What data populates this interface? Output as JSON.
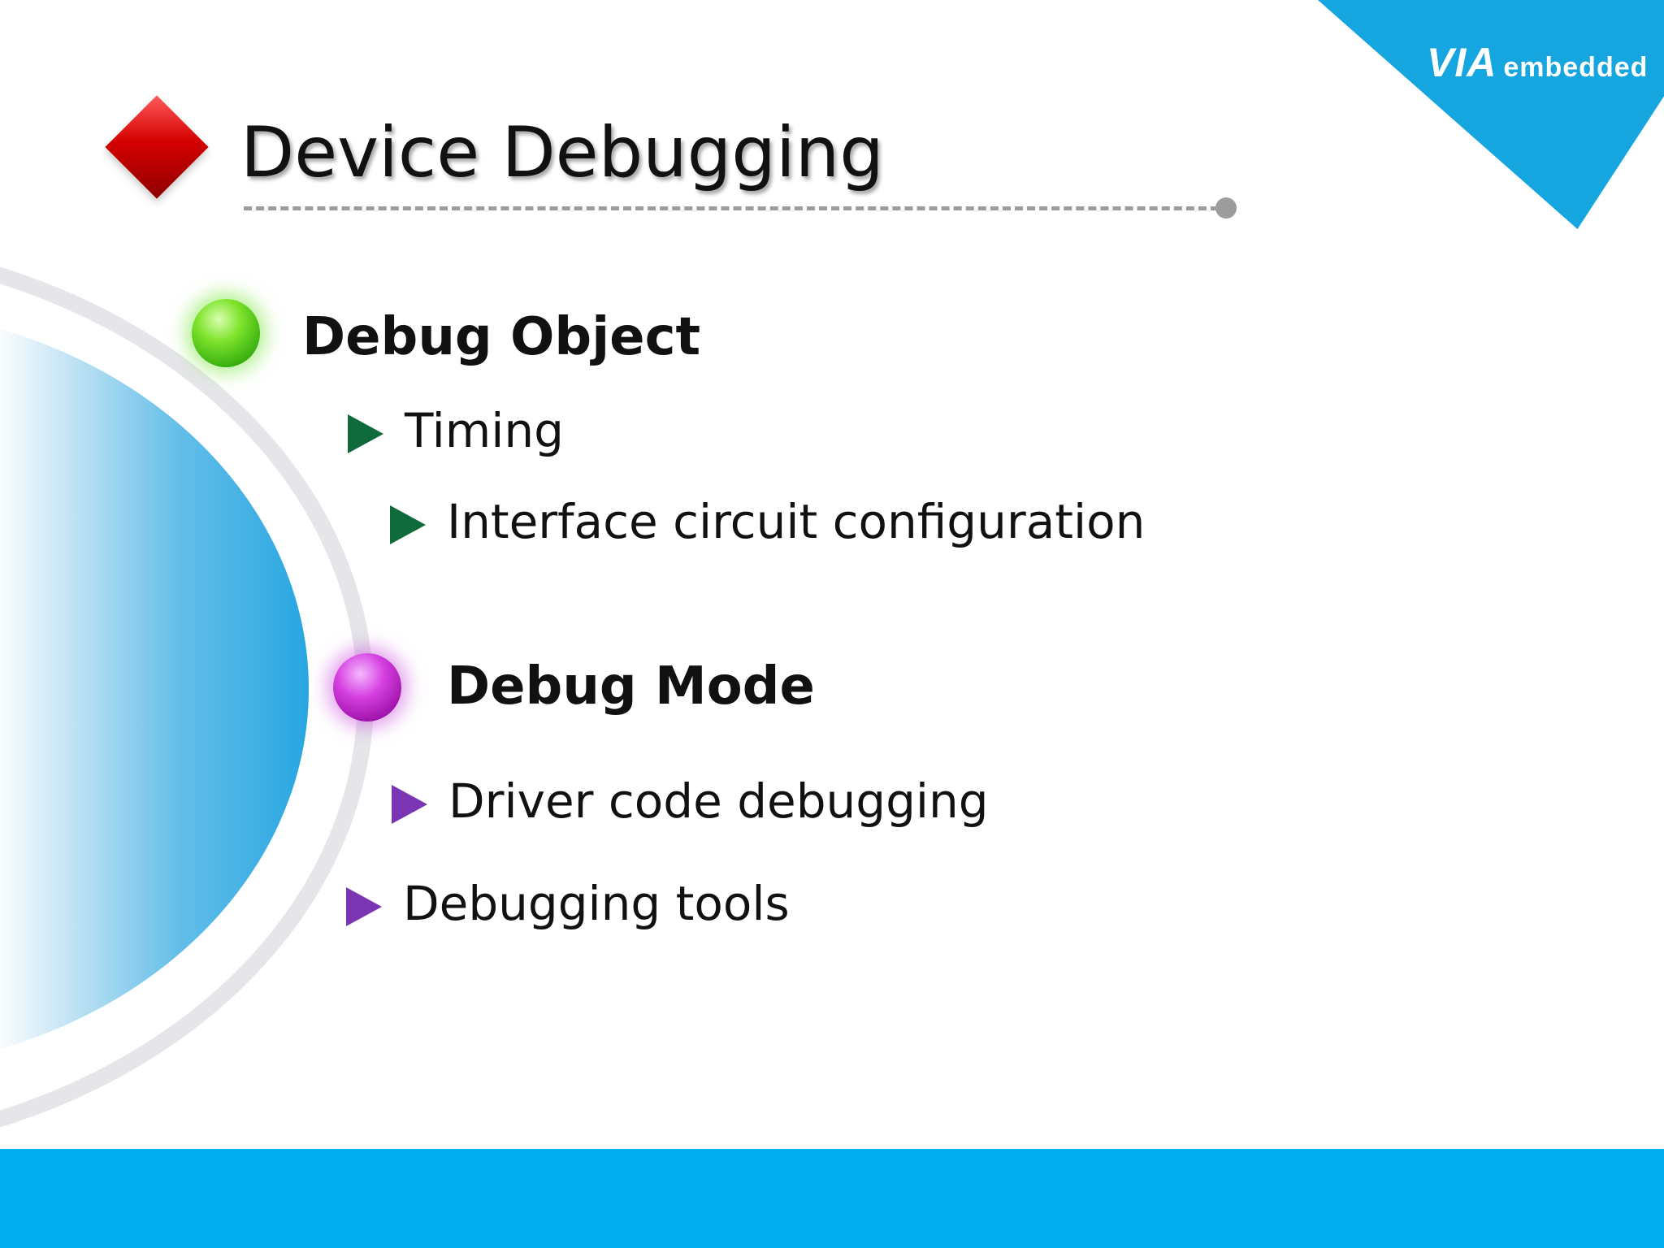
{
  "title": "Device Debugging",
  "logo": {
    "brand": "VIA",
    "suffix": "embedded"
  },
  "sections": [
    {
      "heading": "Debug Object",
      "items": [
        "Timing",
        "Interface circuit configuration"
      ]
    },
    {
      "heading": "Debug Mode",
      "items": [
        "Driver code debugging",
        "Debugging tools"
      ]
    }
  ],
  "colors": {
    "accent_blue": "#00adee",
    "title_marker": "#d40000",
    "section1_bullet": "#39b010",
    "section2_bullet": "#9d12a8",
    "arrow_green": "#0f6b3c",
    "arrow_purple": "#7a35b4"
  },
  "icons": [
    "red-diamond-icon",
    "green-orb-icon",
    "purple-orb-icon",
    "triangle-arrow-icon"
  ]
}
